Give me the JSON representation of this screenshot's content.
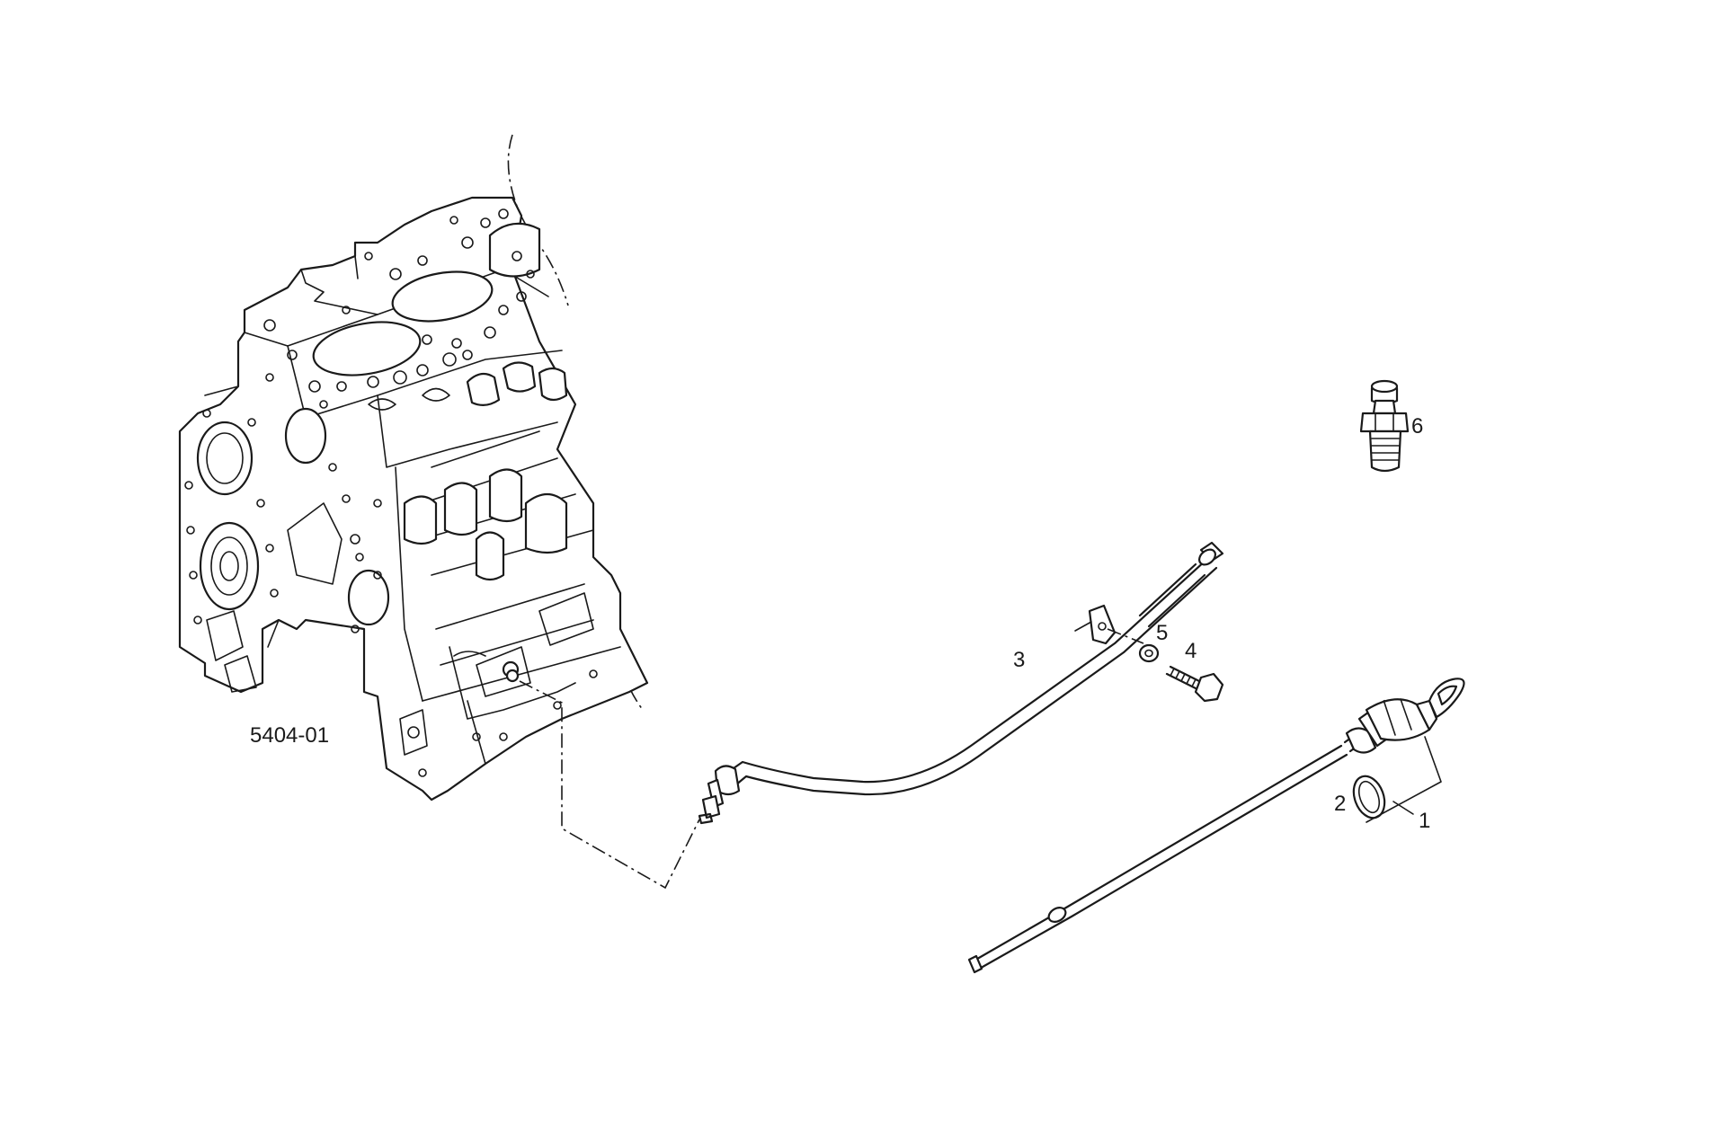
{
  "diagram": {
    "reference_code": "5404-01",
    "callouts": [
      {
        "id": "1",
        "label": "1"
      },
      {
        "id": "2",
        "label": "2"
      },
      {
        "id": "3",
        "label": "3"
      },
      {
        "id": "4",
        "label": "4"
      },
      {
        "id": "5",
        "label": "5"
      },
      {
        "id": "6",
        "label": "6"
      }
    ]
  }
}
